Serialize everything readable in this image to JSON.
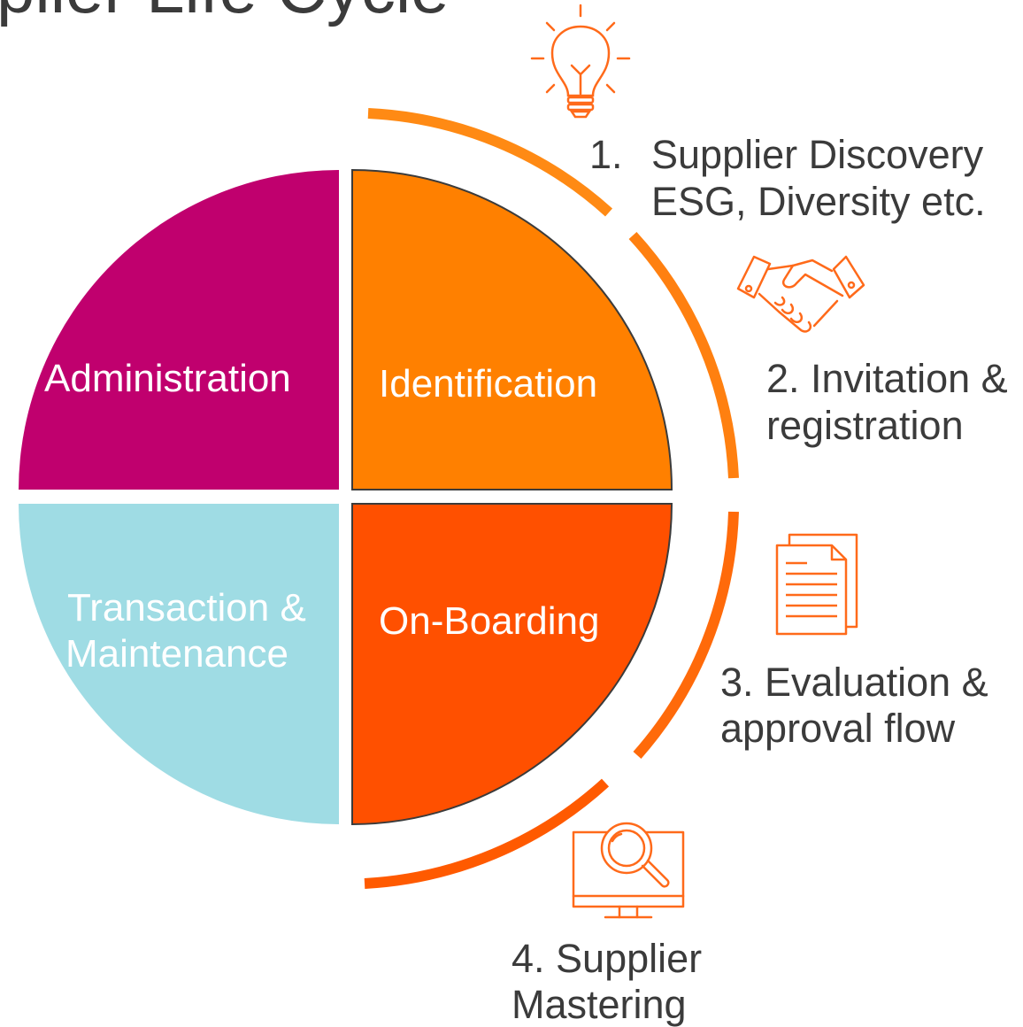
{
  "title": "plier Life Cycle",
  "quadrants": {
    "administration": {
      "label": "Administration",
      "color": "#c0006e"
    },
    "identification": {
      "label": "Identification",
      "color": "#ff8000"
    },
    "transaction": {
      "line1": "Transaction &",
      "line2": "Maintenance",
      "color": "#9fdce4"
    },
    "onboarding": {
      "label": "On-Boarding",
      "color": "#ff5000"
    }
  },
  "accent_color": "#ff6a1a",
  "steps": [
    {
      "number": "1.",
      "line1": "Supplier Discovery",
      "line2": "ESG, Diversity etc.",
      "icon": "lightbulb-icon"
    },
    {
      "line1": "2. Invitation &",
      "line2": "registration",
      "icon": "handshake-icon"
    },
    {
      "line1": "3. Evaluation &",
      "line2": "approval flow",
      "icon": "documents-icon"
    },
    {
      "line1": "4. Supplier",
      "line2": "Mastering",
      "icon": "monitor-search-icon"
    }
  ]
}
